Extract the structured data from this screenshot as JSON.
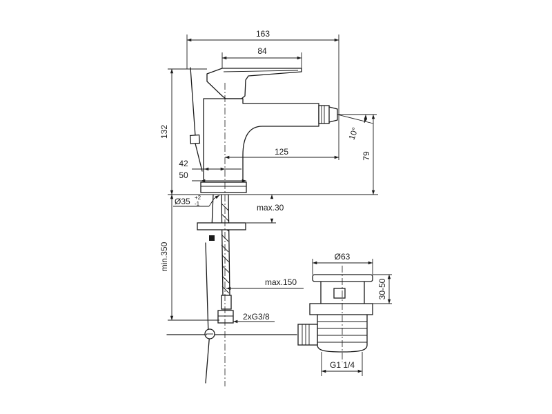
{
  "dimensions": {
    "overall_width": "163",
    "lever_length": "84",
    "height": "132",
    "spout_reach": "125",
    "base_42": "42",
    "base_50": "50",
    "spout_height": "79",
    "angle": "10°",
    "hole_diameter": "Ø35",
    "hole_tol_upper": "+2",
    "hole_tol_lower": "-1",
    "max_thickness": "max.30",
    "min_length": "min.350",
    "max_hose": "max.150",
    "connection": "2xG3/8",
    "waste_diameter": "Ø63",
    "waste_height": "30-50",
    "waste_thread": "G1 1/4"
  },
  "colors": {
    "line": "#1a1a1a",
    "background": "#ffffff"
  }
}
